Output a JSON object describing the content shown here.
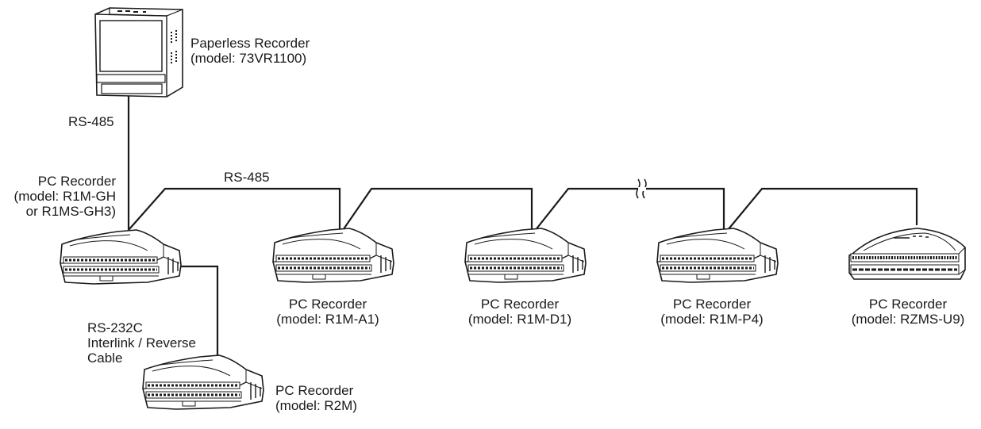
{
  "labels": {
    "paperless": {
      "line1": "Paperless Recorder",
      "line2": "(model: 73VR1100)"
    },
    "rs485_vertical": "RS-485",
    "rs485_bus": "RS-485",
    "pc_gh": {
      "line1": "PC Recorder",
      "line2": "(model: R1M-GH",
      "line3": "or R1MS-GH3)"
    },
    "pc_a1": {
      "line1": "PC Recorder",
      "line2": "(model: R1M-A1)"
    },
    "pc_d1": {
      "line1": "PC Recorder",
      "line2": "(model: R1M-D1)"
    },
    "pc_p4": {
      "line1": "PC Recorder",
      "line2": "(model: R1M-P4)"
    },
    "pc_u9": {
      "line1": "PC Recorder",
      "line2": "(model: RZMS-U9)"
    },
    "rs232c": {
      "line1": "RS-232C",
      "line2": "Interlink / Reverse",
      "line3": "Cable"
    },
    "pc_r2m": {
      "line1": "PC Recorder",
      "line2": "(model: R2M)"
    }
  }
}
